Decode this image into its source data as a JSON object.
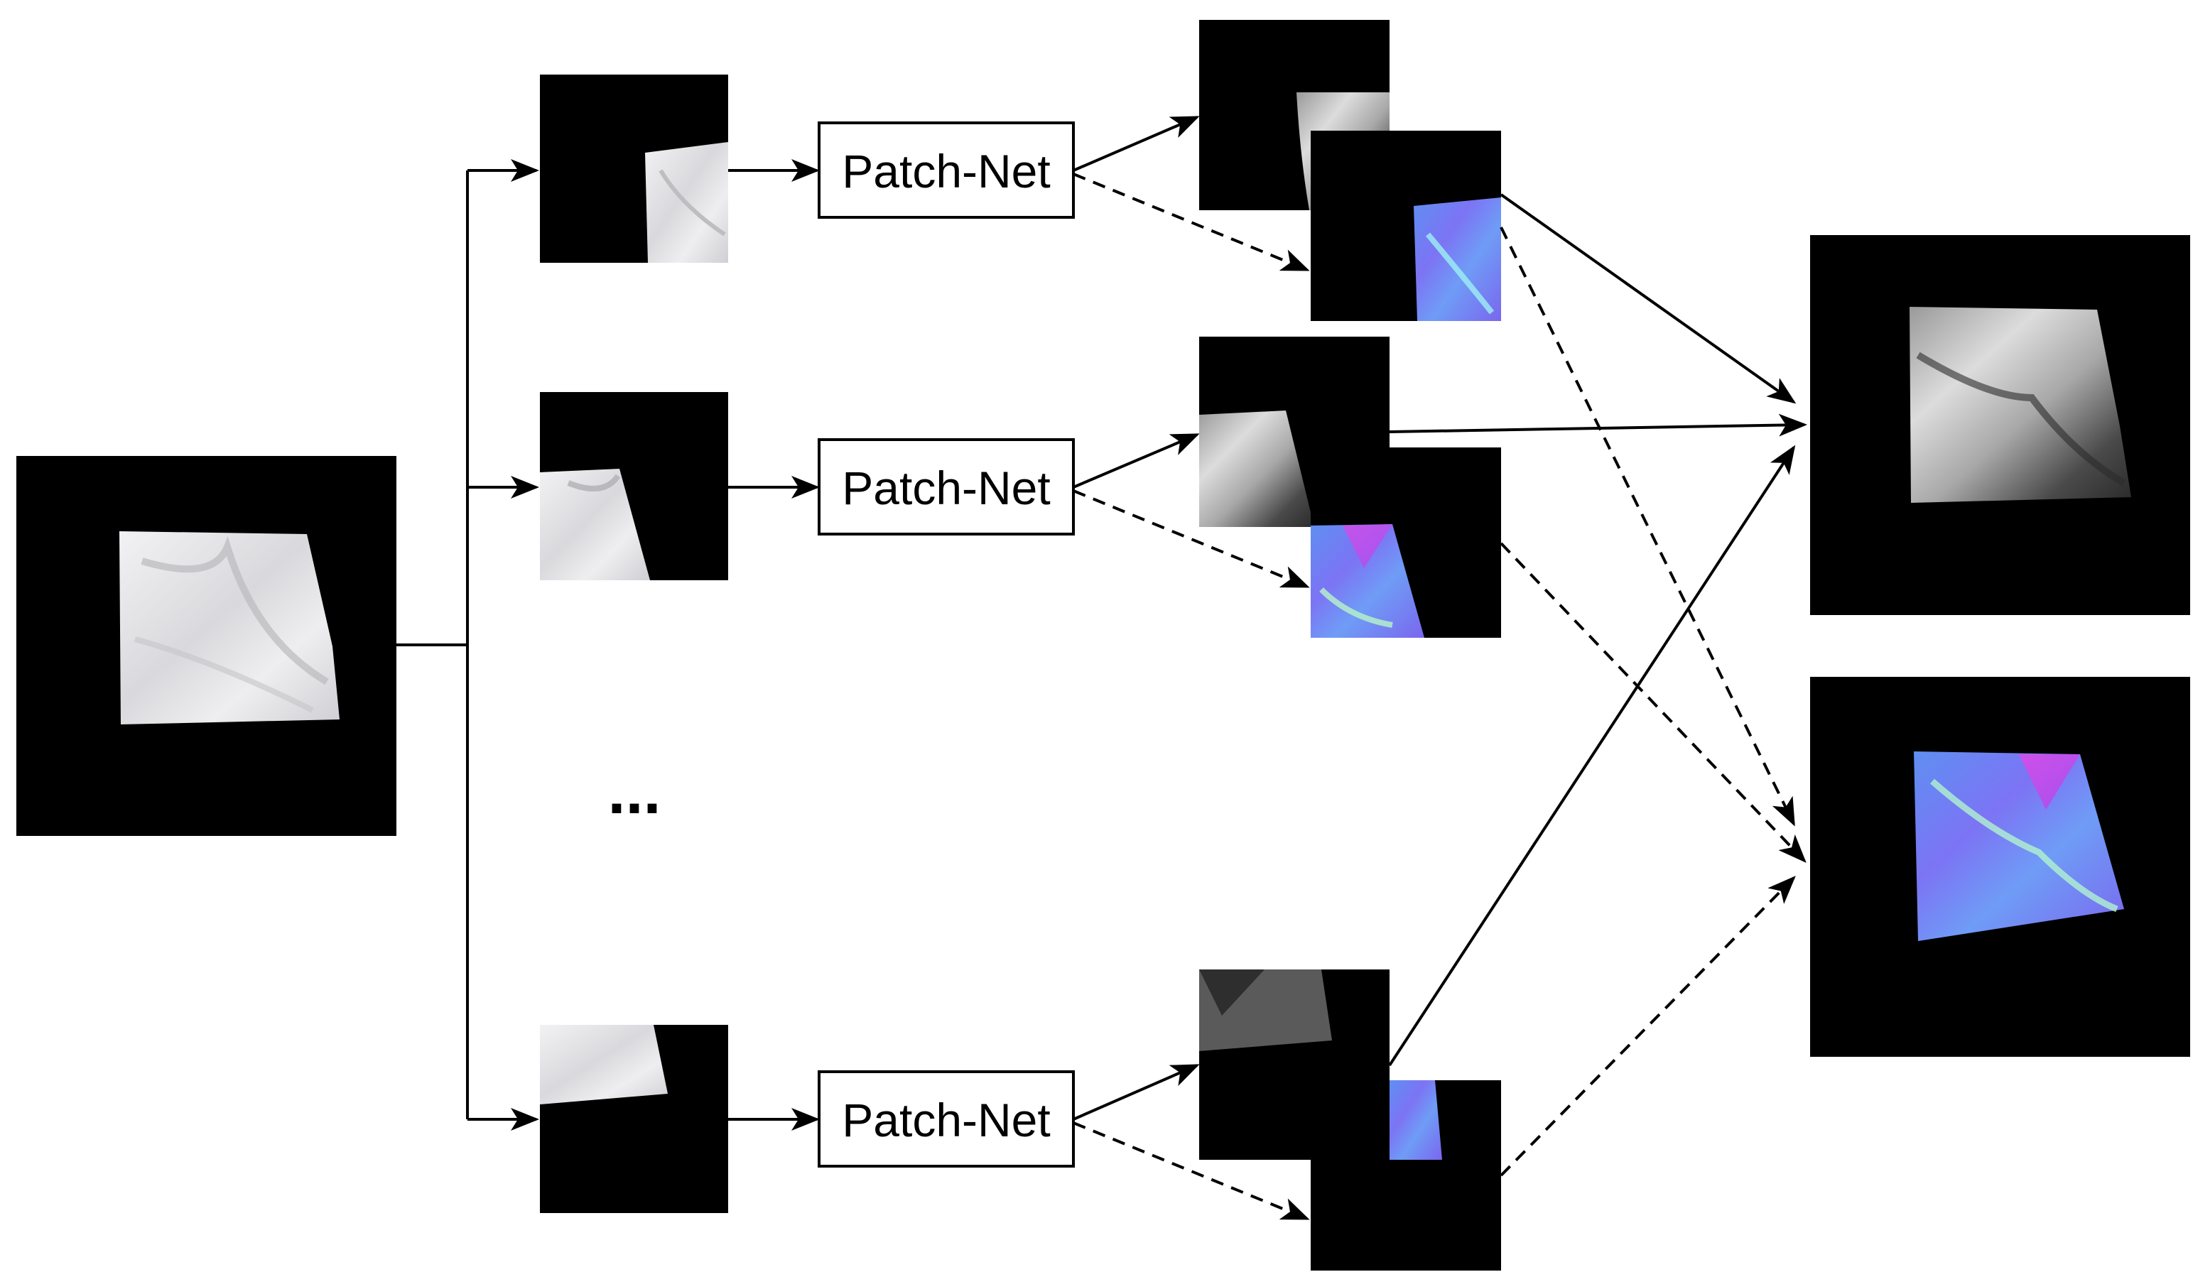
{
  "diagram": {
    "network_label": "Patch-Net",
    "ellipsis": "...",
    "branches": [
      {
        "id": "top",
        "patch_region": "top-right",
        "network_label": "Patch-Net"
      },
      {
        "id": "middle",
        "patch_region": "top-left",
        "network_label": "Patch-Net"
      },
      {
        "id": "bottom",
        "patch_region": "bottom-left",
        "network_label": "Patch-Net"
      }
    ],
    "colors": {
      "background": "#000000",
      "cloth": "#e8e8ea",
      "normal_blue": "#6f7cf5",
      "normal_magenta": "#c84fe8",
      "normal_cyan": "#7ee6f0",
      "depth_light": "#d8d8d8",
      "depth_dark": "#303030",
      "line": "#000000"
    }
  }
}
